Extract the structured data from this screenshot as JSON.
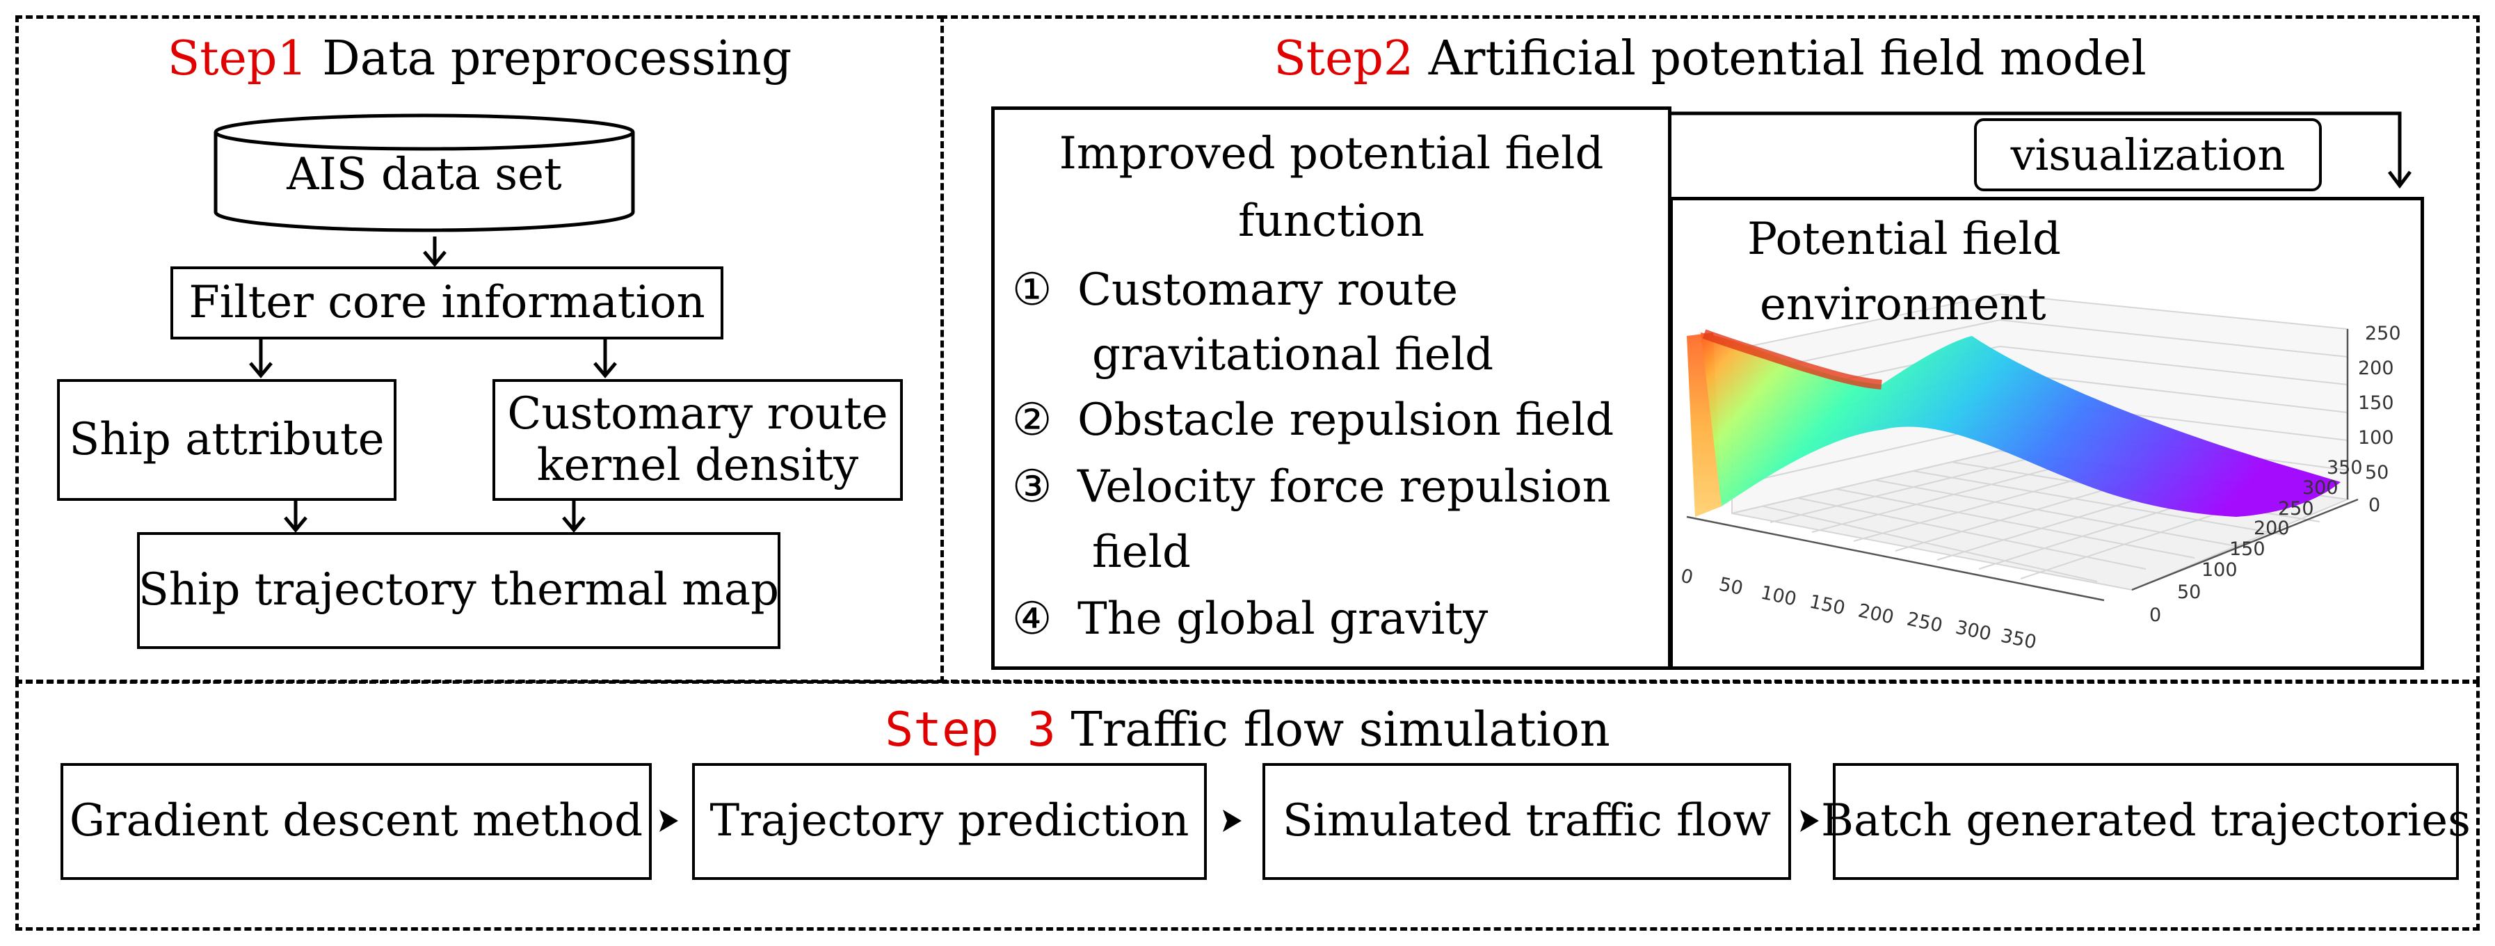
{
  "step1": {
    "step_label": "Step1",
    "title": "Data preprocessing",
    "ais": "AIS data set",
    "filter": "Filter core information",
    "ship_attribute": "Ship attribute",
    "customary_route_line1": "Customary route",
    "customary_route_line2": "kernel density",
    "thermal_map": "Ship trajectory thermal map"
  },
  "step2": {
    "step_label": "Step2",
    "title": "Artificial potential field model",
    "improved_line1": "Improved potential field",
    "improved_line2": "function",
    "items": [
      {
        "num": "①",
        "line1": "Customary route",
        "line2": "gravitational field"
      },
      {
        "num": "②",
        "line1": "Obstacle repulsion field",
        "line2": ""
      },
      {
        "num": "③",
        "line1": "Velocity force repulsion",
        "line2": "field"
      },
      {
        "num": "④",
        "line1": "The global gravity",
        "line2": ""
      }
    ],
    "visualization": "visualization",
    "plot_label_line1": "Potential field",
    "plot_label_line2": "environment"
  },
  "step3": {
    "step_label": "Step 3",
    "title": "Traffic flow simulation",
    "boxes": [
      "Gradient descent method",
      "Trajectory prediction",
      "Simulated traffic flow",
      "Batch generated trajectories"
    ]
  },
  "chart_data": {
    "type": "surface",
    "title": "",
    "x_ticks": [
      "0",
      "50",
      "100",
      "150",
      "200",
      "250",
      "300",
      "350"
    ],
    "y_ticks": [
      "0",
      "50",
      "100",
      "150",
      "200",
      "250",
      "300",
      "350"
    ],
    "z_ticks": [
      "0",
      "50",
      "100",
      "150",
      "200",
      "250"
    ],
    "xlim": [
      0,
      350
    ],
    "ylim": [
      0,
      350
    ],
    "zlim": [
      0,
      250
    ],
    "colormap": "rainbow"
  }
}
